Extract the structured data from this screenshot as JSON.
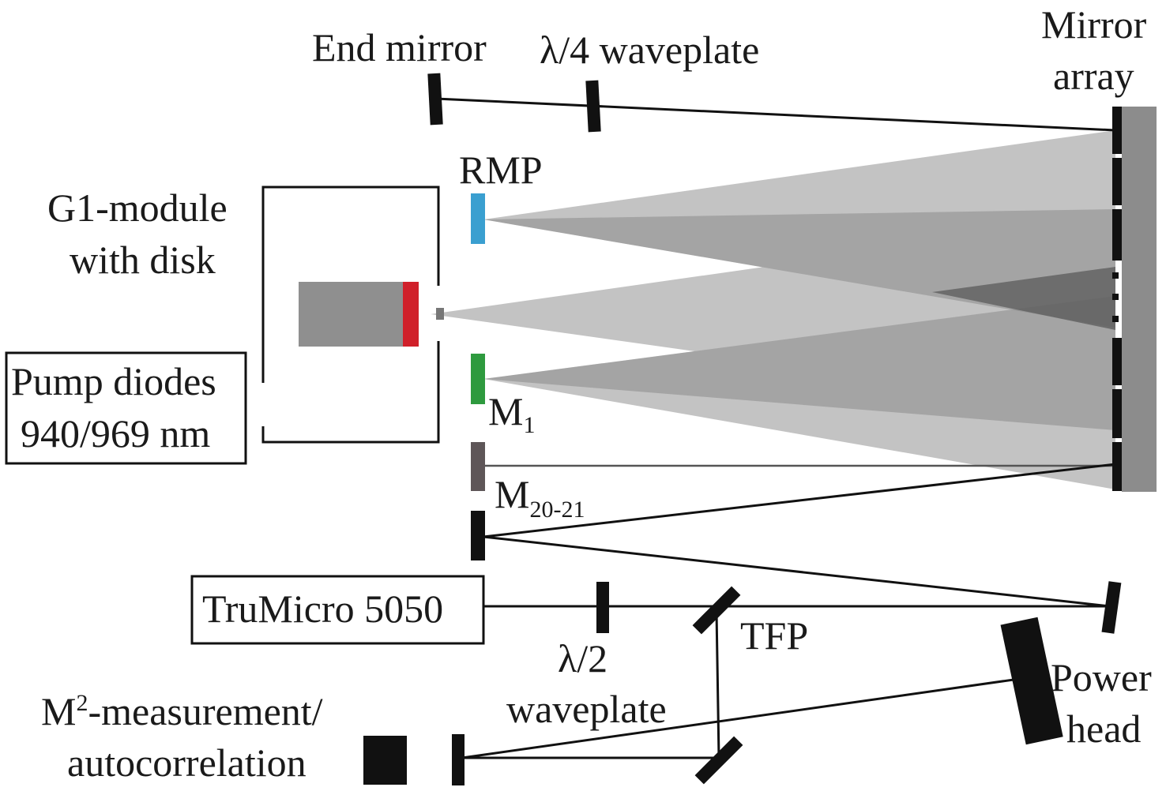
{
  "labels": {
    "end_mirror": "End mirror",
    "quarter_waveplate": "λ/4 waveplate",
    "mirror_array_line1": "Mirror",
    "mirror_array_line2": "array",
    "rmp": "RMP",
    "g1_line1": "G1-module",
    "g1_line2": "with disk",
    "pump_line1": "Pump diodes",
    "pump_line2": "940/969 nm",
    "m1_main": "M",
    "m1_sub": "1",
    "m2021_main": "M",
    "m2021_sub": "20-21",
    "trumicro": "TruMicro 5050",
    "half_wp_line1": "λ/2",
    "half_wp_line2": "waveplate",
    "tfp": "TFP",
    "power_line1": "Power",
    "power_line2": "head",
    "m2_main": "M",
    "m2_sup": "2",
    "m2_rest": "-measurement/",
    "m2_line2": "autocorrelation"
  },
  "colors": {
    "rmp": "#3a9fd0",
    "disk": "#d0202a",
    "m1": "#2e9a3e",
    "m2021": "#5e5658",
    "module_body": "#8f8f8f",
    "mirror_array_body": "#8c8c8c",
    "light_beam": "#c3c3c3",
    "mid_beam": "#8a8a8a",
    "dark_beam": "#555555",
    "optic": "#111111"
  }
}
